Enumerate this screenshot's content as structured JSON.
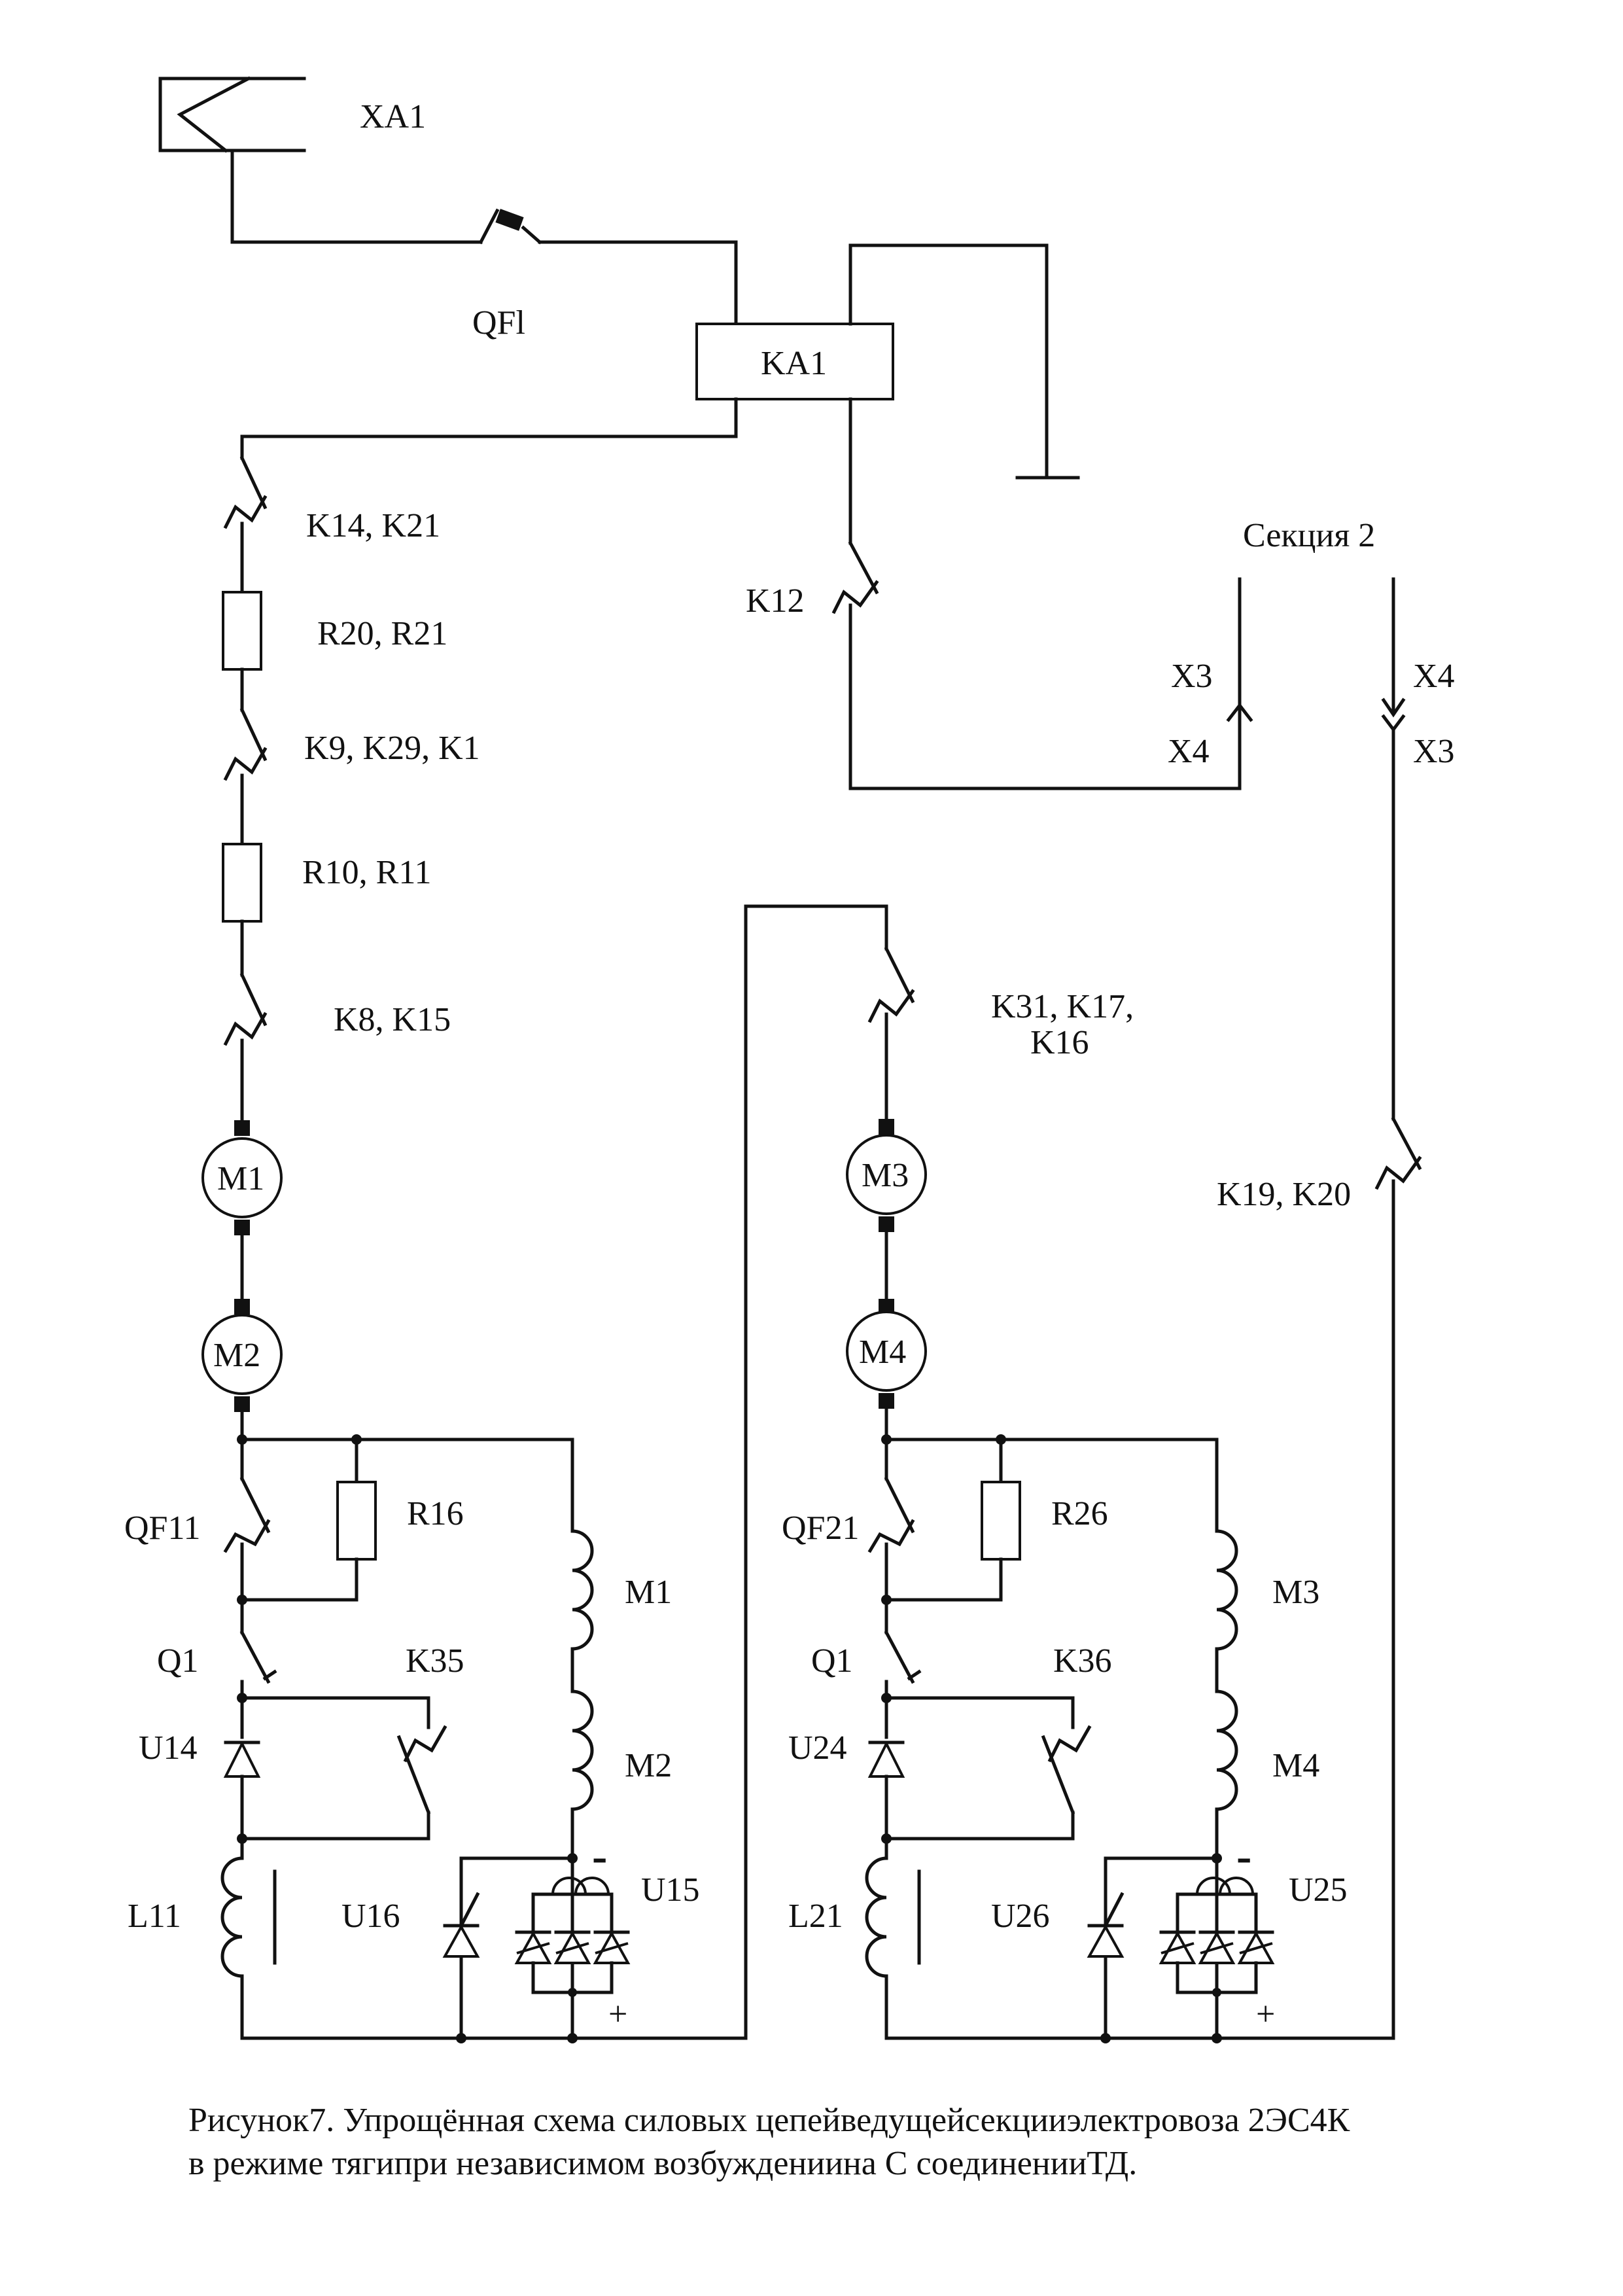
{
  "labels": {
    "xa1": "XA1",
    "qf1": "QFl",
    "ka1": "KA1",
    "k14_k21": "K14, K21",
    "r20_r21": "R20, R21",
    "k9_k29_k1": "K9, K29, K1",
    "r10_r11": "R10, R11",
    "k8_k15": "K8, K15",
    "m1": "M1",
    "m2": "M2",
    "qf11": "QF11",
    "r16": "R16",
    "m1_field": "M1",
    "q1_left": "Q1",
    "k35": "K35",
    "u14": "U14",
    "m2_field": "M2",
    "l11": "L11",
    "u16": "U16",
    "u15": "U15",
    "minus_left": "-",
    "plus_left": "+",
    "k12": "K12",
    "sekciya2": "Секция 2",
    "x3_left": "X3",
    "x4_left": "X4",
    "x4_right": "X4",
    "x3_right": "X3",
    "k31_k17": "K31, K17,",
    "k16": "K16",
    "m3": "M3",
    "m4": "M4",
    "k19_k20": "K19, K20",
    "qf21": "QF21",
    "r26": "R26",
    "m3_field": "M3",
    "q1_right": "Q1",
    "k36": "K36",
    "u24": "U24",
    "m4_field": "M4",
    "l21": "L21",
    "u26": "U26",
    "u25": "U25",
    "minus_right": "-",
    "plus_right": "+"
  },
  "caption": {
    "line1": "Рисунок7. Упрощённая схема силовых цепейведущейсекцииэлектровоза 2ЭС4К",
    "line2": "в режиме тягипри независимом возбуждениина С соединенииТД."
  }
}
